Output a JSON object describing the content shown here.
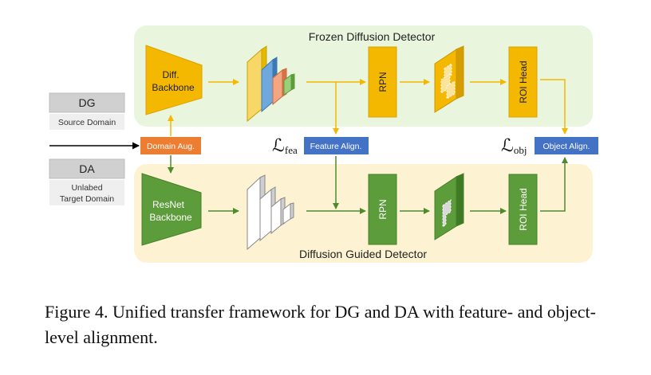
{
  "top_panel": {
    "title": "Frozen Diffusion Detector",
    "color": "#e9f5dc"
  },
  "bottom_panel": {
    "title": "Diffusion Guided Detector",
    "color": "#fdf3d2"
  },
  "top_backbone": {
    "line1": "Diff.",
    "line2": "Backbone",
    "color": "#f5b800"
  },
  "bottom_backbone": {
    "line1": "ResNet",
    "line2": "Backbone",
    "color": "#5c9c3a"
  },
  "top_rpn": "RPN",
  "bottom_rpn": "RPN",
  "top_roi": "ROI Head",
  "bottom_roi": "ROI Head",
  "dg": {
    "label": "DG",
    "sublabel": "Source Domain"
  },
  "da": {
    "label": "DA",
    "sublabel_line1": "Unlabed",
    "sublabel_line2": "Target Domain"
  },
  "domain_aug": {
    "label": "Domain Aug.",
    "color": "#ed7d31"
  },
  "feature_align": {
    "label": "Feature Align.",
    "color": "#4472c4",
    "loss_main": "ℒ",
    "loss_sub": "fea"
  },
  "object_align": {
    "label": "Object Align.",
    "color": "#4472c4",
    "loss_main": "ℒ",
    "loss_sub": "obj"
  },
  "caption": "Figure 4. Unified transfer framework for DG and DA with feature- and object-level alignment."
}
